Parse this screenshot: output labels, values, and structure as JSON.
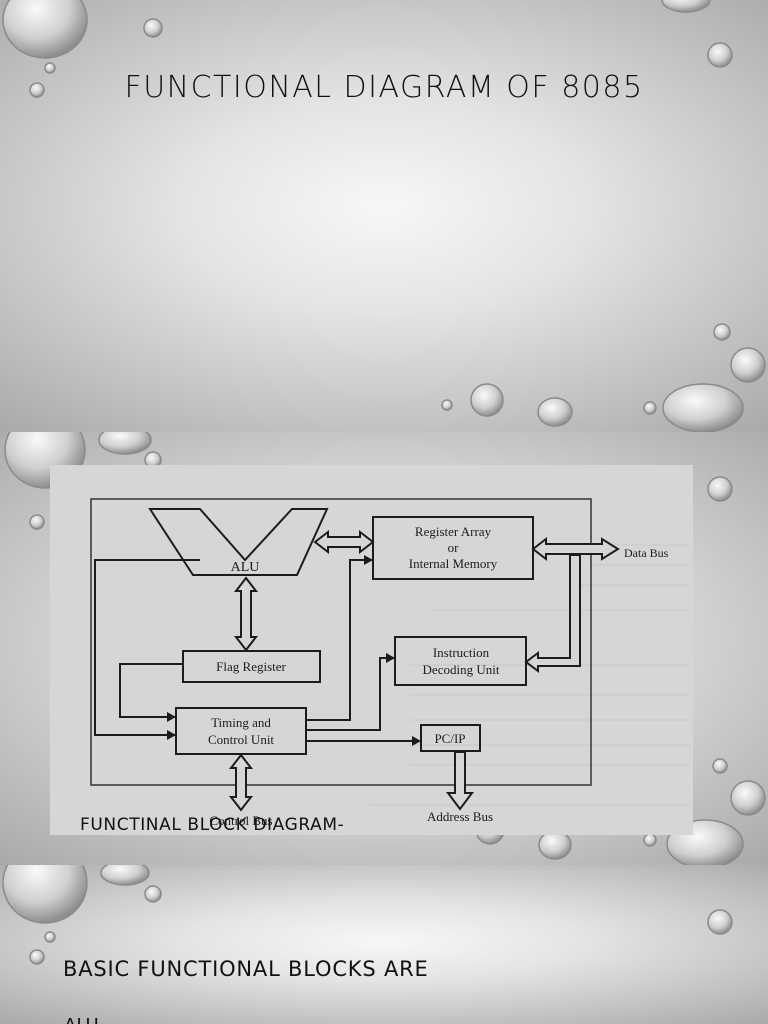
{
  "slide1": {
    "title": "FUNCTIONAL DIAGRAM OF 8085"
  },
  "slide2": {
    "diagram": {
      "alu": "ALU",
      "register_array_line1": "Register Array",
      "register_array_line2": "or",
      "register_array_line3": "Internal Memory",
      "data_bus": "Data Bus",
      "instruction_line1": "Instruction",
      "instruction_line2": "Decoding Unit",
      "flag_register": "Flag Register",
      "timing_line1": "Timing and",
      "timing_line2": "Control Unit",
      "pcip": "PC/IP",
      "control_bus": "Control Bus",
      "address_bus": "Address Bus"
    },
    "caption": "FUNCTINAL BLOCK DIAGRAM-"
  },
  "slide3": {
    "heading": "BASIC FUNCTIONAL BLOCKS ARE",
    "partial_line": "ALU"
  }
}
